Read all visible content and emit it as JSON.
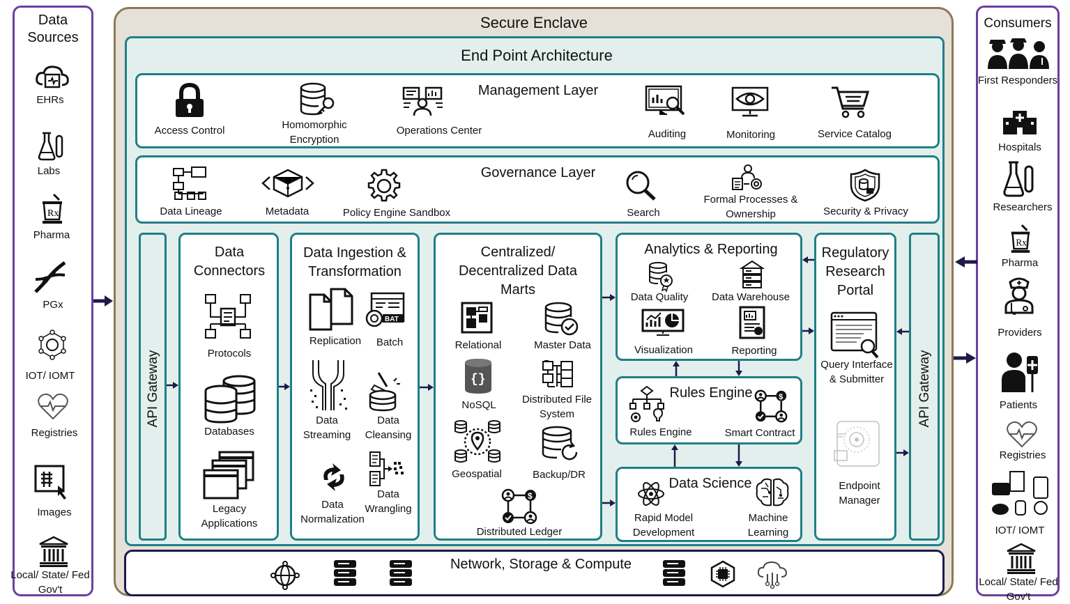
{
  "sources": {
    "title": "Data Sources",
    "items": [
      "EHRs",
      "Labs",
      "Pharma",
      "PGx",
      "IOT/ IOMT",
      "Registries",
      "Images",
      "Local/ State/ Fed Gov't"
    ]
  },
  "consumers": {
    "title": "Consumers",
    "items": [
      "First Responders",
      "Hospitals",
      "Researchers",
      "Pharma",
      "Providers",
      "Patients",
      "Registries",
      "IOT/ IOMT",
      "Local/ State/ Fed Gov't"
    ]
  },
  "enclave": {
    "title": "Secure Enclave"
  },
  "endpoint": {
    "title": "End Point Architecture"
  },
  "management": {
    "title": "Management Layer",
    "items": [
      "Access Control",
      "Homomorphic Encryption",
      "Operations Center",
      "Auditing",
      "Monitoring",
      "Service Catalog"
    ]
  },
  "governance": {
    "title": "Governance Layer",
    "items": [
      "Data Lineage",
      "Metadata",
      "Policy Engine Sandbox",
      "Search",
      "Formal Processes & Ownership",
      "Security & Privacy"
    ]
  },
  "gateway": {
    "label": "API Gateway"
  },
  "connectors": {
    "title": "Data Connectors",
    "items": [
      "Protocols",
      "Databases",
      "Legacy Applications"
    ]
  },
  "ingestion": {
    "title": "Data Ingestion & Transformation",
    "items": [
      "Replication",
      "Batch",
      "Data Streaming",
      "Data Cleansing",
      "Data Normalization",
      "Data Wrangling"
    ]
  },
  "marts": {
    "title": "Centralized/ Decentralized Data Marts",
    "items": [
      "Relational",
      "Master Data",
      "NoSQL",
      "Distributed File System",
      "Geospatial",
      "Backup/DR",
      "Distributed Ledger"
    ]
  },
  "analytics": {
    "title": "Analytics & Reporting",
    "items": [
      "Data Quality",
      "Data Warehouse",
      "Visualization",
      "Reporting"
    ]
  },
  "rules": {
    "title": "Rules Engine",
    "items": [
      "Rules Engine",
      "Smart Contract"
    ]
  },
  "science": {
    "title": "Data Science",
    "items": [
      "Rapid Model Development",
      "Machine Learning"
    ]
  },
  "portal": {
    "title": "Regulatory Research Portal",
    "items": [
      "Query Interface & Submitter",
      "Endpoint Manager"
    ]
  },
  "network": {
    "title": "Network, Storage & Compute"
  },
  "icon_names": [
    "cloud-ehr-icon",
    "flask-icon",
    "rx-mortar-icon",
    "dna-icon",
    "iot-network-icon",
    "heart-pulse-icon",
    "xray-image-icon",
    "government-building-icon"
  ],
  "colors": {
    "purple": "#6b3fa0",
    "teal": "#1f7f86",
    "enclave_fill": "#e6e1d8",
    "enclave_border": "#8a7a55",
    "gateway_fill": "#e3efec",
    "arrow": "#1e1a4a"
  }
}
